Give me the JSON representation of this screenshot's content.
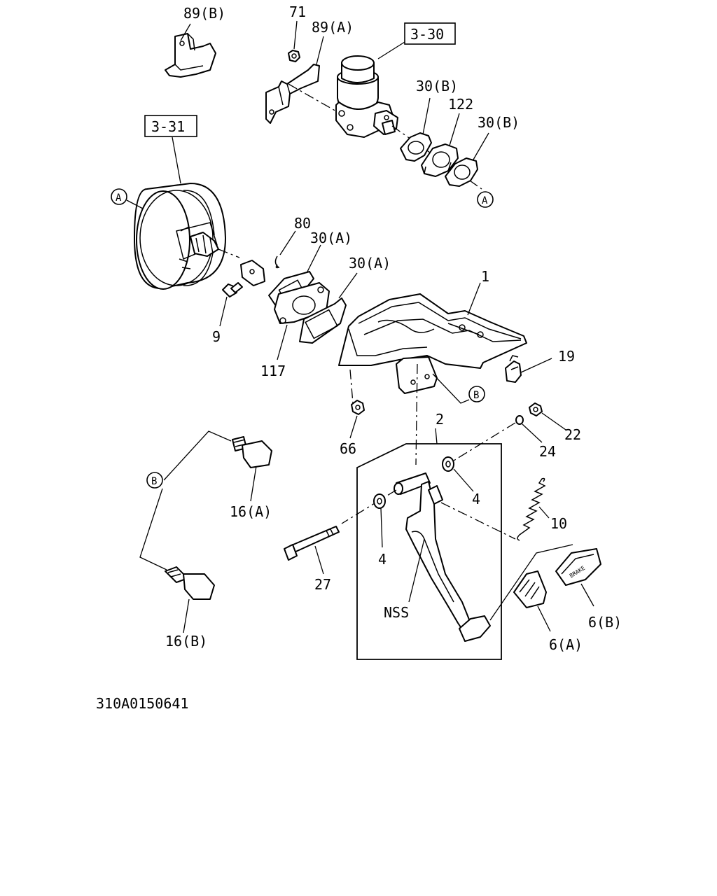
{
  "callouts": {
    "p89b": "89(B)",
    "p71": "71",
    "p89a": "89(A)",
    "ref330": "3-30",
    "p30b_1": "30(B)",
    "p122": "122",
    "p30b_2": "30(B)",
    "ref331": "3-31",
    "circleA_left": "A",
    "circleA_right": "A",
    "p80": "80",
    "p30a_1": "30(A)",
    "p30a_2": "30(A)",
    "p1": "1",
    "p9": "9",
    "p117": "117",
    "p19": "19",
    "circleB_center": "B",
    "p2": "2",
    "p22": "22",
    "p24": "24",
    "p66": "66",
    "circleB_left": "B",
    "p16a": "16(A)",
    "p4_right": "4",
    "p10": "10",
    "p4_left": "4",
    "p27": "27",
    "pNSS": "NSS",
    "p6b": "6(B)",
    "p6a": "6(A)",
    "p16b": "16(B)"
  },
  "pad_marking": "BRAKE",
  "figure_id": "310A0150641"
}
